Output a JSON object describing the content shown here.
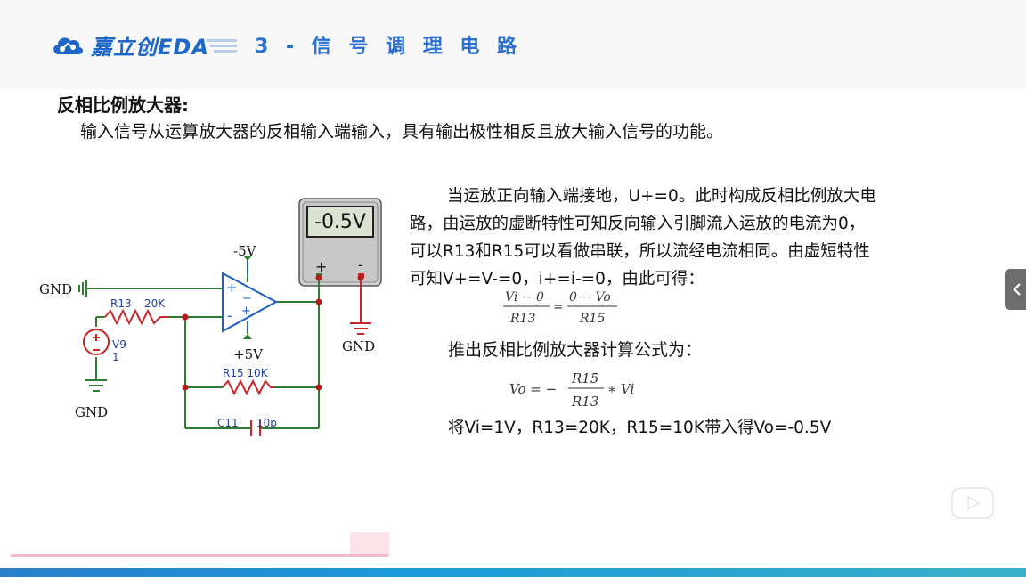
{
  "header": {
    "logo_text": "嘉立创EDA",
    "title": "3 - 信 号 调 理 电 路"
  },
  "section": {
    "heading": "反相比例放大器:",
    "intro": "输入信号从运算放大器的反相输入端输入，具有输出极性相反且放大输入信号的功能。"
  },
  "circuit": {
    "meter_reading": "-0.5V",
    "meter_plus": "+",
    "meter_minus": "-",
    "gnd": "GND",
    "neg_supply": "-5V",
    "pos_supply": "+5V",
    "opamp_plus": "+",
    "opamp_minus": "-",
    "r13_name": "R13",
    "r13_value": "20K",
    "r15_label": "R15 10K",
    "c11_name": "C11",
    "c11_value": "10p",
    "source_name": "V9",
    "source_value": "1"
  },
  "explanation": {
    "line1": "当运放正向输入端接地，U+=0。此时构成反相比例放大电",
    "line2": "路，由运放的虚断特性可知反向输入引脚流入运放的电流为0，",
    "line3": "可以R13和R15可以看做串联，所以流经电流相同。由虚短特性",
    "line4": "可知V+=V-=0，i+=i-=0，由此可得："
  },
  "formula1": {
    "left_num": "Vi − 0",
    "left_den": "R13",
    "equals": "=",
    "right_num": "0 − Vo",
    "right_den": "R15"
  },
  "derive_text": "推出反相比例放大器计算公式为：",
  "formula2": {
    "lhs": "Vo = −",
    "num": "R15",
    "den": "R13",
    "rhs": "∗ Vi"
  },
  "result_text": "将Vi=1V，R13=20K，R15=10K带入得Vo=-0.5V",
  "icons": {
    "side_tab": "chevron-left-icon",
    "video": "bilibili-tv-icon",
    "logo": "cloud-logo-icon"
  },
  "colors": {
    "accent_blue": "#2a6fd1",
    "wire_green": "#2e7d32",
    "wire_red": "#c62828",
    "node_red": "#b71c1c"
  }
}
